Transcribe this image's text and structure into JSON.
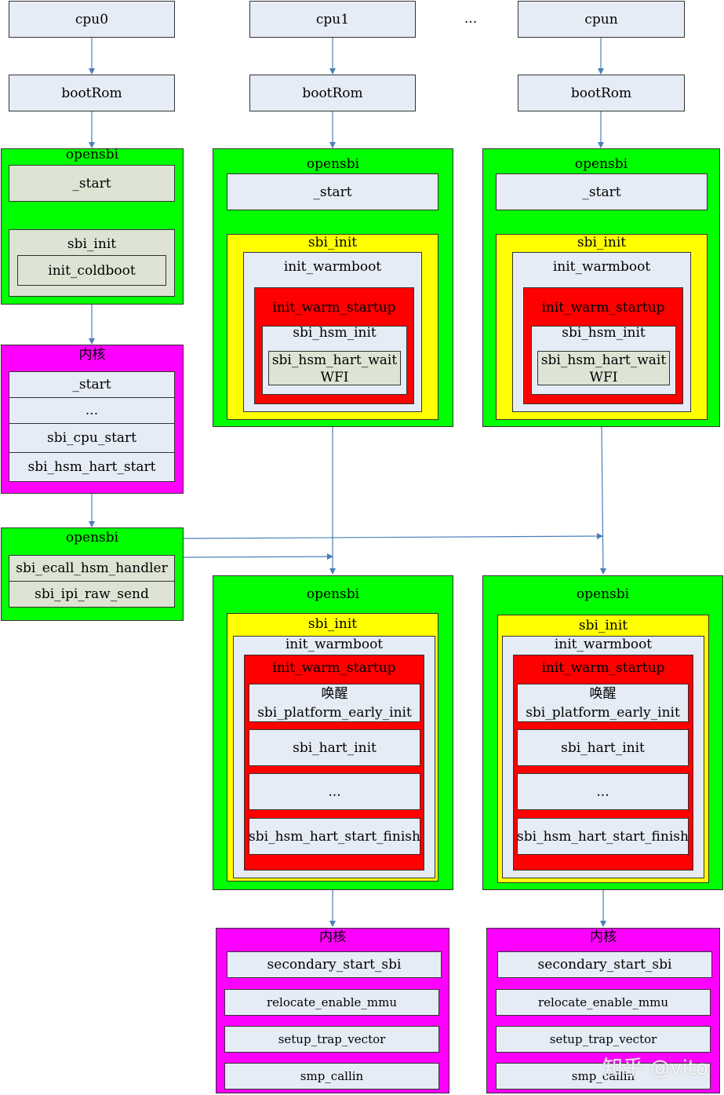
{
  "cpus": {
    "cpu0": "cpu0",
    "cpu1": "cpu1",
    "ellipsis": "...",
    "cpun": "cpun"
  },
  "bootrom": "bootRom",
  "col0": {
    "opensbi_title": "opensbi",
    "start": "_start",
    "sbi_init": "sbi_init",
    "init_coldboot": "init_coldboot",
    "kernel_title": "内核",
    "kernel_items": [
      "_start",
      "...",
      "sbi_cpu_start",
      "sbi_hsm_hart_start"
    ],
    "opensbi2_title": "opensbi",
    "opensbi2_items": [
      "sbi_ecall_hsm_handler",
      "sbi_ipi_raw_send"
    ]
  },
  "warm": {
    "opensbi_title": "opensbi",
    "start": "_start",
    "sbi_init": "sbi_init",
    "init_warmboot": "init_warmboot",
    "init_warm_startup": "init_warm_startup",
    "sbi_hsm_init": "sbi_hsm_init",
    "wait_line1": "sbi_hsm_hart_wait",
    "wait_line2": "WFI"
  },
  "wake": {
    "opensbi_title": "opensbi",
    "sbi_init": "sbi_init",
    "init_warmboot": "init_warmboot",
    "init_warm_startup": "init_warm_startup",
    "wake_line1": "唤醒",
    "wake_line2": "sbi_platform_early_init",
    "items": [
      "sbi_hart_init",
      "...",
      "sbi_hsm_hart_start_finish"
    ]
  },
  "kernel2": {
    "title": "内核",
    "items": [
      "secondary_start_sbi",
      "relocate_enable_mmu",
      "setup_trap_vector",
      "smp_callin"
    ]
  },
  "watermark": "知乎 @vito",
  "colors": {
    "green": "#00ff00",
    "magenta": "#ff00ff",
    "yellow": "#ffff00",
    "red": "#ff0000",
    "box": "#e6ecf6",
    "arrow": "#4a7ebb"
  }
}
